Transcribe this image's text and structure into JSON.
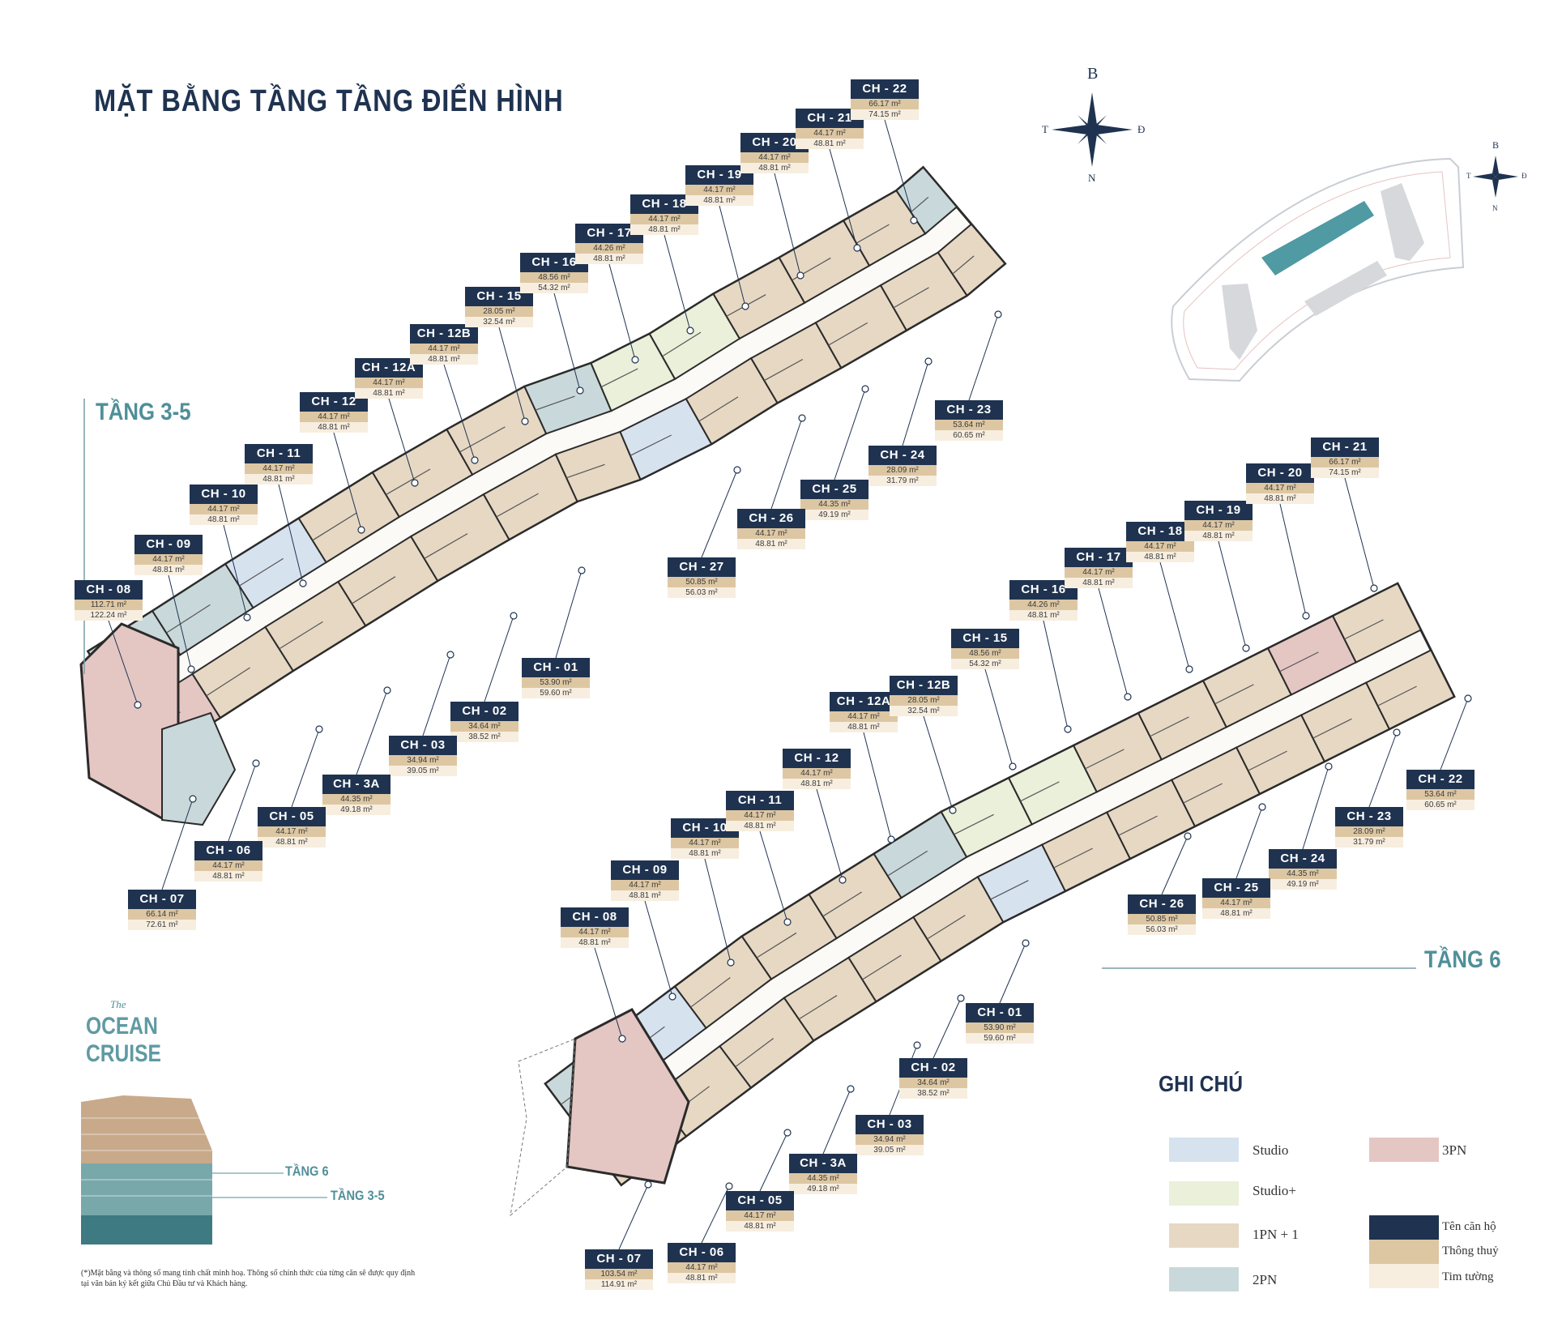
{
  "title": "MẶT BẰNG TẦNG TẦNG ĐIỂN HÌNH",
  "floors": {
    "f35": "TẦNG 3-5",
    "f6": "TẦNG 6"
  },
  "compass": {
    "n": "B",
    "s": "N",
    "w": "T",
    "e": "Đ"
  },
  "site_map": {
    "label": "THE OCEAN CRUISE"
  },
  "colors": {
    "studio": "#d7e2ef",
    "studio_plus": "#eaf0d9",
    "pn1": "#e6d8c3",
    "pn2": "#c9d8da",
    "pn3": "#e4c6c3",
    "name_bg": "#1f3350",
    "clear_area": "#ddc7a3",
    "wall_area": "#f7eee0",
    "accent": "#4f8f99"
  },
  "units_35": [
    {
      "name": "CH - 08",
      "a1": "112.71 m²",
      "a2": "122.24 m²"
    },
    {
      "name": "CH - 09",
      "a1": "44.17 m²",
      "a2": "48.81 m²"
    },
    {
      "name": "CH - 10",
      "a1": "44.17 m²",
      "a2": "48.81 m²"
    },
    {
      "name": "CH - 11",
      "a1": "44.17 m²",
      "a2": "48.81 m²"
    },
    {
      "name": "CH - 12",
      "a1": "44.17 m²",
      "a2": "48.81 m²"
    },
    {
      "name": "CH - 12A",
      "a1": "44.17 m²",
      "a2": "48.81 m²"
    },
    {
      "name": "CH - 12B",
      "a1": "44.17 m²",
      "a2": "48.81 m²"
    },
    {
      "name": "CH - 15",
      "a1": "28.05 m²",
      "a2": "32.54 m²"
    },
    {
      "name": "CH - 16",
      "a1": "48.56 m²",
      "a2": "54.32 m²"
    },
    {
      "name": "CH - 17",
      "a1": "44.26 m²",
      "a2": "48.81 m²"
    },
    {
      "name": "CH - 18",
      "a1": "44.17 m²",
      "a2": "48.81 m²"
    },
    {
      "name": "CH - 19",
      "a1": "44.17 m²",
      "a2": "48.81 m²"
    },
    {
      "name": "CH - 20",
      "a1": "44.17 m²",
      "a2": "48.81 m²"
    },
    {
      "name": "CH - 21",
      "a1": "44.17 m²",
      "a2": "48.81 m²"
    },
    {
      "name": "CH - 22",
      "a1": "66.17 m²",
      "a2": "74.15 m²"
    },
    {
      "name": "CH - 23",
      "a1": "53.64 m²",
      "a2": "60.65 m²"
    },
    {
      "name": "CH - 24",
      "a1": "28.09 m²",
      "a2": "31.79 m²"
    },
    {
      "name": "CH - 25",
      "a1": "44.35 m²",
      "a2": "49.19 m²"
    },
    {
      "name": "CH - 26",
      "a1": "44.17 m²",
      "a2": "48.81 m²"
    },
    {
      "name": "CH - 27",
      "a1": "50.85 m²",
      "a2": "56.03 m²"
    },
    {
      "name": "CH - 01",
      "a1": "53.90 m²",
      "a2": "59.60 m²"
    },
    {
      "name": "CH - 02",
      "a1": "34.64 m²",
      "a2": "38.52 m²"
    },
    {
      "name": "CH - 03",
      "a1": "34.94 m²",
      "a2": "39.05 m²"
    },
    {
      "name": "CH - 3A",
      "a1": "44.35 m²",
      "a2": "49.18 m²"
    },
    {
      "name": "CH - 05",
      "a1": "44.17 m²",
      "a2": "48.81 m²"
    },
    {
      "name": "CH - 06",
      "a1": "44.17 m²",
      "a2": "48.81 m²"
    },
    {
      "name": "CH - 07",
      "a1": "66.14 m²",
      "a2": "72.61 m²"
    }
  ],
  "units_6": [
    {
      "name": "CH - 08",
      "a1": "44.17 m²",
      "a2": "48.81 m²"
    },
    {
      "name": "CH - 09",
      "a1": "44.17 m²",
      "a2": "48.81 m²"
    },
    {
      "name": "CH - 10",
      "a1": "44.17 m²",
      "a2": "48.81 m²"
    },
    {
      "name": "CH - 11",
      "a1": "44.17 m²",
      "a2": "48.81 m²"
    },
    {
      "name": "CH - 12",
      "a1": "44.17 m²",
      "a2": "48.81 m²"
    },
    {
      "name": "CH - 12A",
      "a1": "44.17 m²",
      "a2": "48.81 m²"
    },
    {
      "name": "CH - 12B",
      "a1": "28.05 m²",
      "a2": "32.54 m²"
    },
    {
      "name": "CH - 15",
      "a1": "48.56 m²",
      "a2": "54.32 m²"
    },
    {
      "name": "CH - 16",
      "a1": "44.26 m²",
      "a2": "48.81 m²"
    },
    {
      "name": "CH - 17",
      "a1": "44.17 m²",
      "a2": "48.81 m²"
    },
    {
      "name": "CH - 18",
      "a1": "44.17 m²",
      "a2": "48.81 m²"
    },
    {
      "name": "CH - 19",
      "a1": "44.17 m²",
      "a2": "48.81 m²"
    },
    {
      "name": "CH - 20",
      "a1": "44.17 m²",
      "a2": "48.81 m²"
    },
    {
      "name": "CH - 21",
      "a1": "66.17 m²",
      "a2": "74.15 m²"
    },
    {
      "name": "CH - 22",
      "a1": "53.64 m²",
      "a2": "60.65 m²"
    },
    {
      "name": "CH - 23",
      "a1": "28.09 m²",
      "a2": "31.79 m²"
    },
    {
      "name": "CH - 24",
      "a1": "44.35 m²",
      "a2": "49.19 m²"
    },
    {
      "name": "CH - 25",
      "a1": "44.17 m²",
      "a2": "48.81 m²"
    },
    {
      "name": "CH - 26",
      "a1": "50.85 m²",
      "a2": "56.03 m²"
    },
    {
      "name": "CH - 01",
      "a1": "53.90 m²",
      "a2": "59.60 m²"
    },
    {
      "name": "CH - 02",
      "a1": "34.64 m²",
      "a2": "38.52 m²"
    },
    {
      "name": "CH - 03",
      "a1": "34.94 m²",
      "a2": "39.05 m²"
    },
    {
      "name": "CH - 3A",
      "a1": "44.35 m²",
      "a2": "49.18 m²"
    },
    {
      "name": "CH - 05",
      "a1": "44.17 m²",
      "a2": "48.81 m²"
    },
    {
      "name": "CH - 06",
      "a1": "44.17 m²",
      "a2": "48.81 m²"
    },
    {
      "name": "CH - 07",
      "a1": "103.54 m²",
      "a2": "114.91 m²"
    }
  ],
  "legend": {
    "title": "GHI CHÚ",
    "studio": "Studio",
    "studio_plus": "Studio+",
    "pn1": "1PN + 1",
    "pn2": "2PN",
    "pn3": "3PN",
    "name": "Tên căn hộ",
    "clear": "Thông thuỷ",
    "wall": "Tim tường"
  },
  "brand": {
    "the": "The",
    "line1": "OCEAN",
    "line2": "CRUISE"
  },
  "building": {
    "f6": "TẦNG 6",
    "f35": "TẦNG 3-5"
  },
  "note": "(*)Mặt bằng và thông số mang tính chất minh hoạ. Thông số chính thức của từng căn sẽ được quy định tại văn bản ký kết giữa Chủ Đầu tư và Khách hàng."
}
